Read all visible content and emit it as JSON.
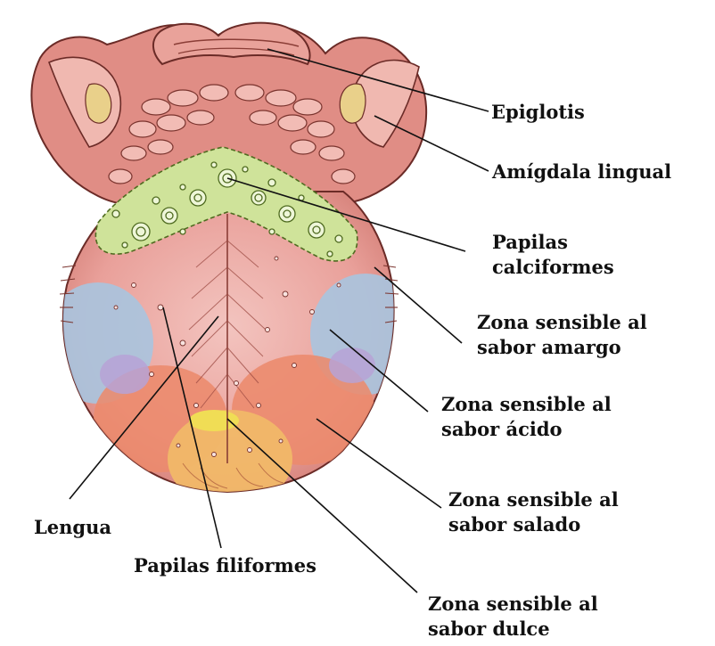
{
  "labels": {
    "epiglotis": "Epiglotis",
    "amigdala": "Amígdala lingual",
    "papilas_calciformes": [
      "Papilas",
      "calciformes"
    ],
    "amargo": [
      "Zona sensible al",
      "sabor amargo"
    ],
    "acido": [
      "Zona sensible al",
      "sabor ácido"
    ],
    "salado": [
      "Zona sensible al",
      "sabor salado"
    ],
    "dulce": [
      "Zona sensible al",
      "sabor dulce"
    ],
    "lengua": "Lengua",
    "papilas_filiformes": "Papilas filiformes"
  },
  "colors": {
    "tongue": "#e9a09a",
    "tongue_dark": "#c9625a",
    "epiglottis": "#e4968c",
    "vallate_zone": "#cfe39a",
    "bitter_zone": "#a9c4df",
    "sour_zone": "#ec8a6c",
    "salty_overlap": "#b7a2d6",
    "sweet_zone": "#f1b868",
    "sweet_tip": "#f0dd55",
    "leader": "#111111"
  }
}
